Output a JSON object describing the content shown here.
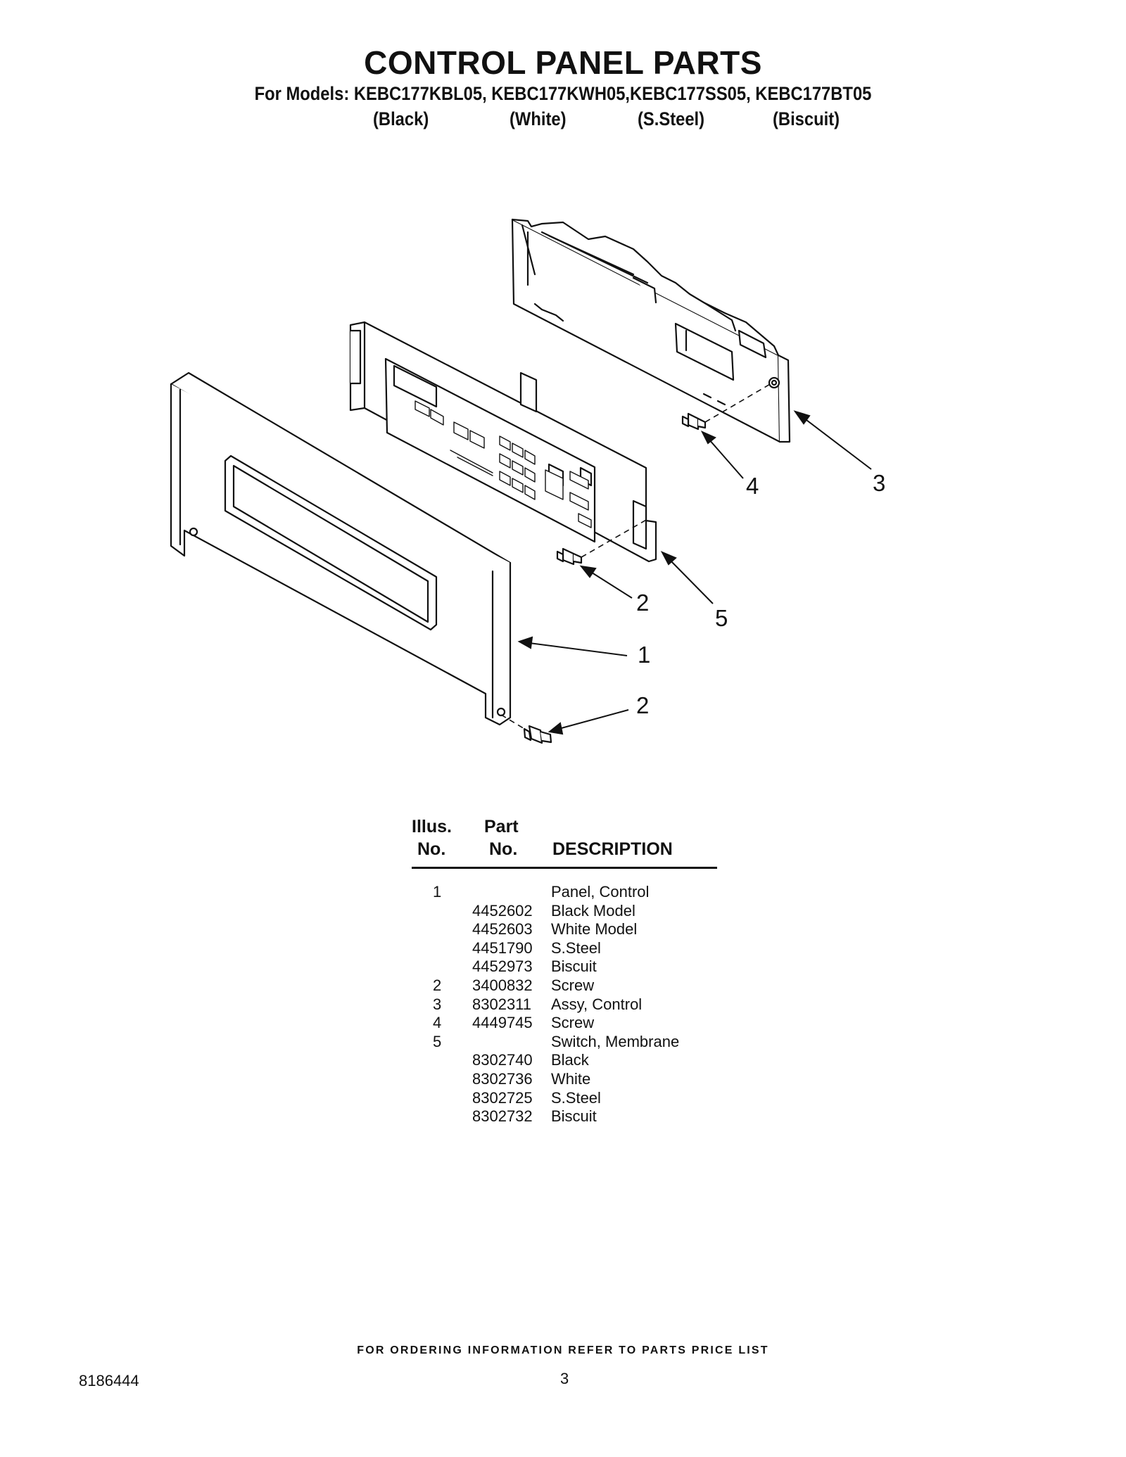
{
  "header": {
    "title": "CONTROL PANEL PARTS",
    "models_line": "For Models: KEBC177KBL05, KEBC177KWH05,KEBC177SS05, KEBC177BT05",
    "colors": [
      "(Black)",
      "(White)",
      "(S.Steel)",
      "(Biscuit)"
    ]
  },
  "diagram": {
    "callouts": [
      "1",
      "2",
      "2",
      "3",
      "4",
      "5"
    ]
  },
  "parts_table": {
    "headers": {
      "illus_top": "Illus.",
      "illus_bottom": "No.",
      "part_top": "Part",
      "part_bottom": "No.",
      "description": "DESCRIPTION"
    },
    "rows": [
      {
        "illus": "1",
        "part": "",
        "desc": "Panel, Control"
      },
      {
        "illus": "",
        "part": "4452602",
        "desc": "Black Model"
      },
      {
        "illus": "",
        "part": "4452603",
        "desc": "White Model"
      },
      {
        "illus": "",
        "part": "4451790",
        "desc": "S.Steel"
      },
      {
        "illus": "",
        "part": "4452973",
        "desc": "Biscuit"
      },
      {
        "illus": "2",
        "part": "3400832",
        "desc": "Screw"
      },
      {
        "illus": "3",
        "part": "8302311",
        "desc": "Assy, Control"
      },
      {
        "illus": "4",
        "part": "4449745",
        "desc": "Screw"
      },
      {
        "illus": "5",
        "part": "",
        "desc": "Switch, Membrane"
      },
      {
        "illus": "",
        "part": "8302740",
        "desc": "Black"
      },
      {
        "illus": "",
        "part": "8302736",
        "desc": "White"
      },
      {
        "illus": "",
        "part": "8302725",
        "desc": "S.Steel"
      },
      {
        "illus": "",
        "part": "8302732",
        "desc": "Biscuit"
      }
    ]
  },
  "footer": {
    "note": "FOR ORDERING INFORMATION REFER TO PARTS PRICE LIST",
    "doc_number": "8186444",
    "page_number": "3"
  }
}
